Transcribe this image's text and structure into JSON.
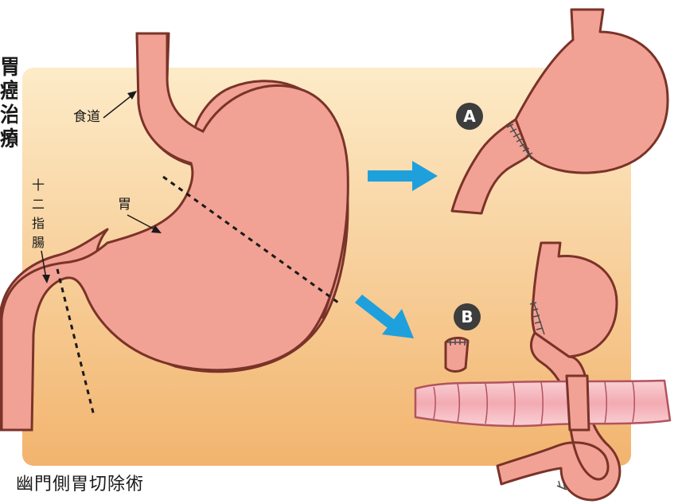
{
  "title_vertical": "胃癌治療",
  "caption": "幽門側胃切除術",
  "labels": {
    "esophagus": "食道",
    "stomach": "胃",
    "duodenum_chars": [
      "十",
      "二",
      "指",
      "腸"
    ]
  },
  "options": [
    {
      "badge": "A"
    },
    {
      "badge": "B"
    }
  ],
  "colors": {
    "organ_fill": "#f2a294",
    "organ_stroke": "#7a3329",
    "background_top": "#fdebc8",
    "background_bottom": "#f2b46e",
    "arrow": "#1ea0dc",
    "badge": "#3d3d3d",
    "intestine_fill": "#f4b3ba"
  }
}
